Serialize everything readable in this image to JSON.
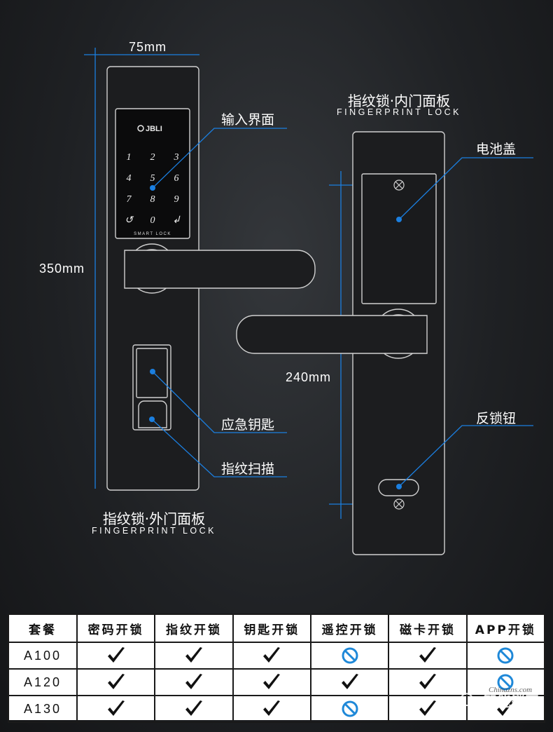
{
  "dimensions": {
    "outer_width": "75mm",
    "outer_height": "350mm",
    "inner_height": "240mm"
  },
  "outer_panel": {
    "brand": "JBLI",
    "keypad": [
      "1",
      "2",
      "3",
      "4",
      "5",
      "6",
      "7",
      "8",
      "9",
      "↺",
      "0",
      "↲"
    ],
    "keypad_footer": "SMART LOCK",
    "caption_cn": "指纹锁·外门面板",
    "caption_en": "FINGERPRINT LOCK",
    "callouts": {
      "input": "输入界面",
      "emergency_key": "应急钥匙",
      "fingerprint": "指纹扫描"
    }
  },
  "inner_panel": {
    "caption_cn": "指纹锁·内门面板",
    "caption_en": "FINGERPRINT LOCK",
    "callouts": {
      "battery": "电池盖",
      "deadbolt": "反锁钮"
    }
  },
  "table": {
    "headers": [
      "套餐",
      "密码开锁",
      "指纹开锁",
      "钥匙开锁",
      "遥控开锁",
      "磁卡开锁",
      "APP开锁"
    ],
    "rows": [
      {
        "model": "A100",
        "marks": [
          "check",
          "check",
          "check",
          "no",
          "check",
          "no"
        ]
      },
      {
        "model": "A120",
        "marks": [
          "check",
          "check",
          "check",
          "check",
          "check",
          "no"
        ]
      },
      {
        "model": "A130",
        "marks": [
          "check",
          "check",
          "check",
          "no",
          "check",
          "check"
        ]
      }
    ]
  },
  "watermark": {
    "cn": "智能锁网",
    "en": "Chinazns.com"
  },
  "colors": {
    "accent_line": "#1b7fe0",
    "no_symbol": "#1e88d8",
    "panel_stroke": "#d0d0d0"
  }
}
